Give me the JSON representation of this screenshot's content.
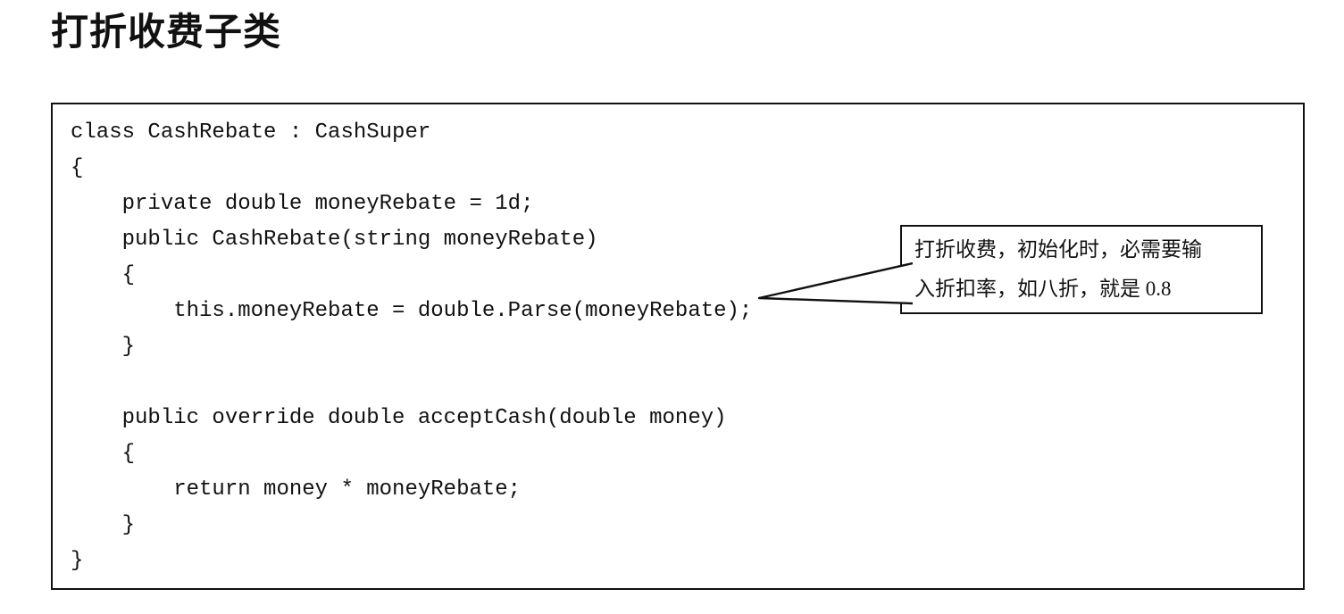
{
  "page": {
    "title": "打折收费子类"
  },
  "colors": {
    "background": "#ffffff",
    "ink": "#111111"
  },
  "code_block": {
    "language": "csharp",
    "lines": [
      "class CashRebate : CashSuper",
      "{",
      "    private double moneyRebate = 1d;",
      "    public CashRebate(string moneyRebate)",
      "    {",
      "        this.moneyRebate = double.Parse(moneyRebate);",
      "    }",
      "",
      "    public override double acceptCash(double money)",
      "    {",
      "        return money * moneyRebate;",
      "    }",
      "}"
    ]
  },
  "callout": {
    "line1": "打折收费，初始化时，必需要输",
    "line2": "入折扣率，如八折，就是 0.8"
  }
}
